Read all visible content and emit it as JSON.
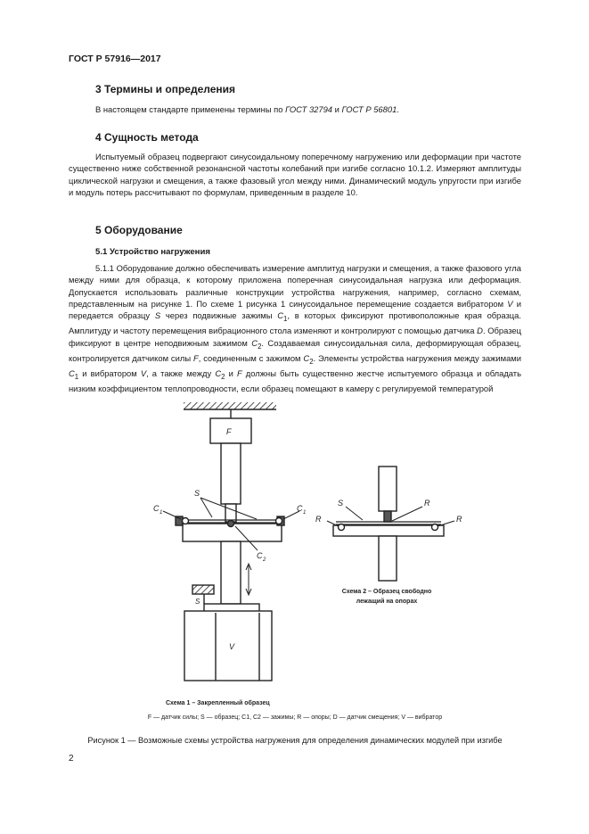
{
  "header": {
    "doc_id": "ГОСТ Р 57916—2017"
  },
  "section3": {
    "heading": "3 Термины и определения",
    "text_pre": "В настоящем стандарте применены термины по ",
    "ref1": "ГОСТ 32794",
    "text_mid": " и ",
    "ref2": "ГОСТ Р 56801",
    "text_post": "."
  },
  "section4": {
    "heading": "4 Сущность метода",
    "text": "Испытуемый образец подвергают синусоидальному поперечному нагружению или деформации при частоте существенно ниже собственной резонансной частоты колебаний при изгибе согласно 10.1.2. Измеряют амплитуды циклической нагрузки и смещения, а также фазовый угол между ними. Динамический модуль упругости при изгибе и модуль потерь рассчитывают по формулам, приведенным в разделе 10."
  },
  "section5": {
    "heading": "5 Оборудование",
    "sub_heading": "5.1 Устройство нагружения",
    "p1": "5.1.1 Оборудование должно обеспечивать измерение амплитуд нагрузки и смещения, а также фазового угла между ними для образца, к которому приложена поперечная синусоидальная нагрузка или деформация. Допускается использовать различные конструкции устройства нагружения, например, согласно схемам, представленным на рисунке 1. По схеме 1 рисунка 1 синусоидальное перемещение создается вибратором ",
    "V": "V",
    "p2": " и передается образцу ",
    "S": "S",
    "p3": " через подвижные зажимы ",
    "C": "C",
    "sub1": "1",
    "p4": ", в которых фиксируют противоположные края образца. Амплитуду и частоту перемещения вибрационного стола изменяют и контролируют с помощью датчика ",
    "D": "D",
    "p5": ". Образец фиксируют в центре неподвижным зажимом ",
    "sub2": "2",
    "p6": ". Создаваемая синусоидальная сила, деформирующая образец, контролируется датчиком силы ",
    "F": "F",
    "p7": ", соединенным с зажимом ",
    "p8": ". Элементы устройства нагружения между зажимами ",
    "p9": " и вибратором ",
    "p10": ", а также между ",
    "p11": " и ",
    "p12": " должны быть существенно жестче испытуемого образца и обладать низким коэффициентом теплопроводности, если образец помещают в камеру с регулируемой температурой"
  },
  "figure": {
    "labels": {
      "F": "F",
      "S": "S",
      "C": "C",
      "one": "1",
      "two": "2",
      "V": "V",
      "R": "R"
    },
    "scheme1_caption": "Схема 1 – Закрепленный образец",
    "scheme2_caption_line1": "Схема 2 – Образец свободно",
    "scheme2_caption_line2": "лежащий на опорах",
    "legend": "F — датчик силы; S — образец; C1, C2 — зажимы; R — опоры; D — датчик смещения; V — вибратор",
    "caption": "Рисунок 1 — Возможные схемы устройства нагружения для определения динамических модулей при изгибе"
  },
  "page": {
    "number": "2"
  }
}
